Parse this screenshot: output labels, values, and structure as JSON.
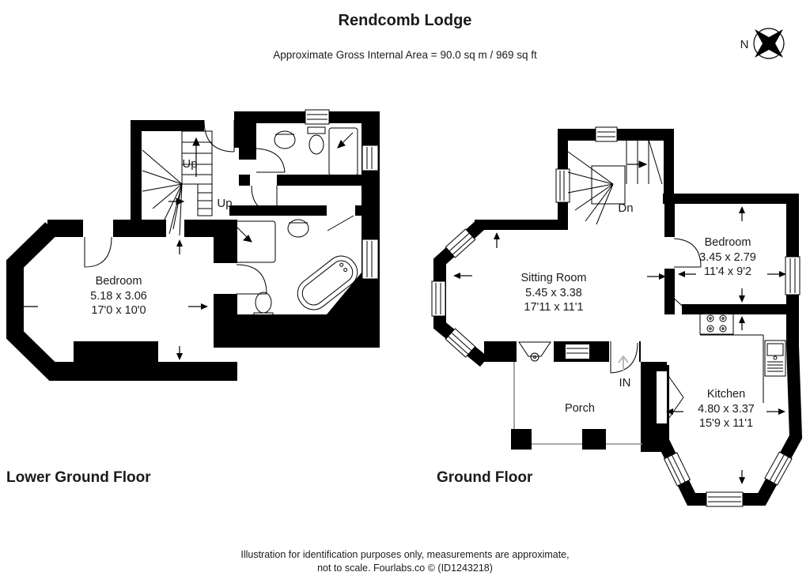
{
  "header": {
    "title": "Rendcomb Lodge",
    "subtitle": "Approximate Gross Internal Area = 90.0 sq m / 969 sq ft"
  },
  "compass": {
    "north_label": "N"
  },
  "floors": {
    "lower": {
      "name": "Lower Ground Floor",
      "stairs": {
        "up1": "Up",
        "up2": "Up"
      },
      "rooms": {
        "bedroom": {
          "name": "Bedroom",
          "metric": "5.18 x 3.06",
          "imperial": "17'0 x 10'0"
        }
      }
    },
    "ground": {
      "name": "Ground Floor",
      "stairs": {
        "down": "Dn"
      },
      "entrance_label": "IN",
      "rooms": {
        "sitting": {
          "name": "Sitting Room",
          "metric": "5.45 x 3.38",
          "imperial": "17'11 x 11'1"
        },
        "bedroom": {
          "name": "Bedroom",
          "metric": "3.45 x 2.79",
          "imperial": "11'4 x 9'2"
        },
        "kitchen": {
          "name": "Kitchen",
          "metric": "4.80 x 3.37",
          "imperial": "15'9 x 11'1"
        },
        "porch": {
          "name": "Porch"
        }
      }
    }
  },
  "footer": {
    "line1": "Illustration for identification purposes only, measurements are approximate,",
    "line2": "not to scale. Fourlabs.co © (ID1243218)"
  },
  "colors": {
    "walls": "#000000",
    "porch_lines": "#8f8f8f",
    "entrance_arrow": "#b9b9b9"
  }
}
